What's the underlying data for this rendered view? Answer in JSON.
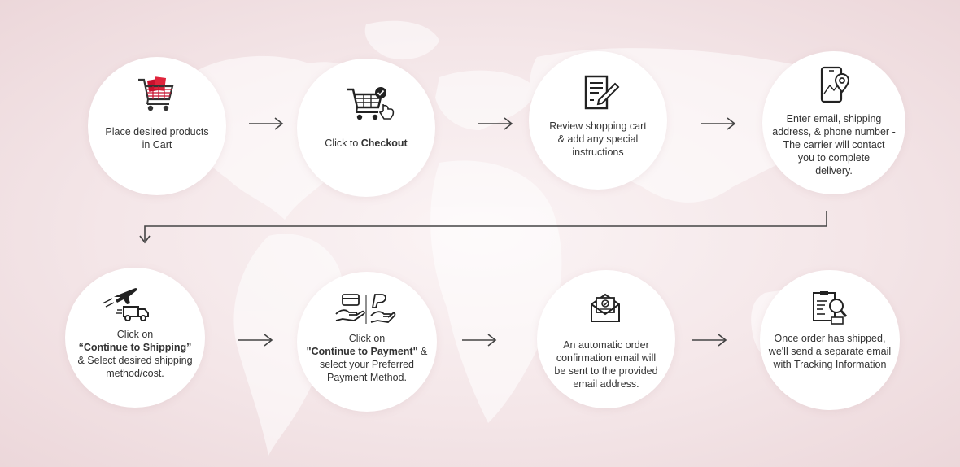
{
  "steps": [
    {
      "id": 1,
      "icon": "shopping-cart-icon",
      "lines": [
        "Place desired products",
        "in Cart"
      ]
    },
    {
      "id": 2,
      "icon": "cart-checkout-icon",
      "lines_pre": "Click to ",
      "lines_bold": "Checkout"
    },
    {
      "id": 3,
      "icon": "document-edit-icon",
      "lines": [
        "Review shopping cart",
        "& add any special",
        "instructions"
      ]
    },
    {
      "id": 4,
      "icon": "phone-location-icon",
      "lines": [
        "Enter email,  shipping",
        "address, & phone number -",
        "The carrier will contact",
        "you to complete",
        "delivery."
      ]
    },
    {
      "id": 5,
      "icon": "plane-truck-icon",
      "line1": "Click on",
      "bold": "“Continue to Shipping”",
      "lines_after": [
        "& Select desired shipping",
        "method/cost."
      ]
    },
    {
      "id": 6,
      "icon": "card-paypal-icon",
      "line1": "Click on",
      "bold": "\"Continue to Payment\"",
      "bold_suffix": " &",
      "lines_after": [
        "select your Preferred",
        "Payment Method."
      ]
    },
    {
      "id": 7,
      "icon": "email-confirmation-icon",
      "lines": [
        "An automatic order",
        "confirmation  email will",
        "be sent to the  provided",
        "email address."
      ]
    },
    {
      "id": 8,
      "icon": "tracking-document-icon",
      "lines": [
        "Once order has shipped,",
        "we'll send a separate email",
        "with Tracking Information"
      ]
    }
  ],
  "colors": {
    "accent": "#c8102e",
    "line": "#444444",
    "map": "#f3e4e6"
  }
}
